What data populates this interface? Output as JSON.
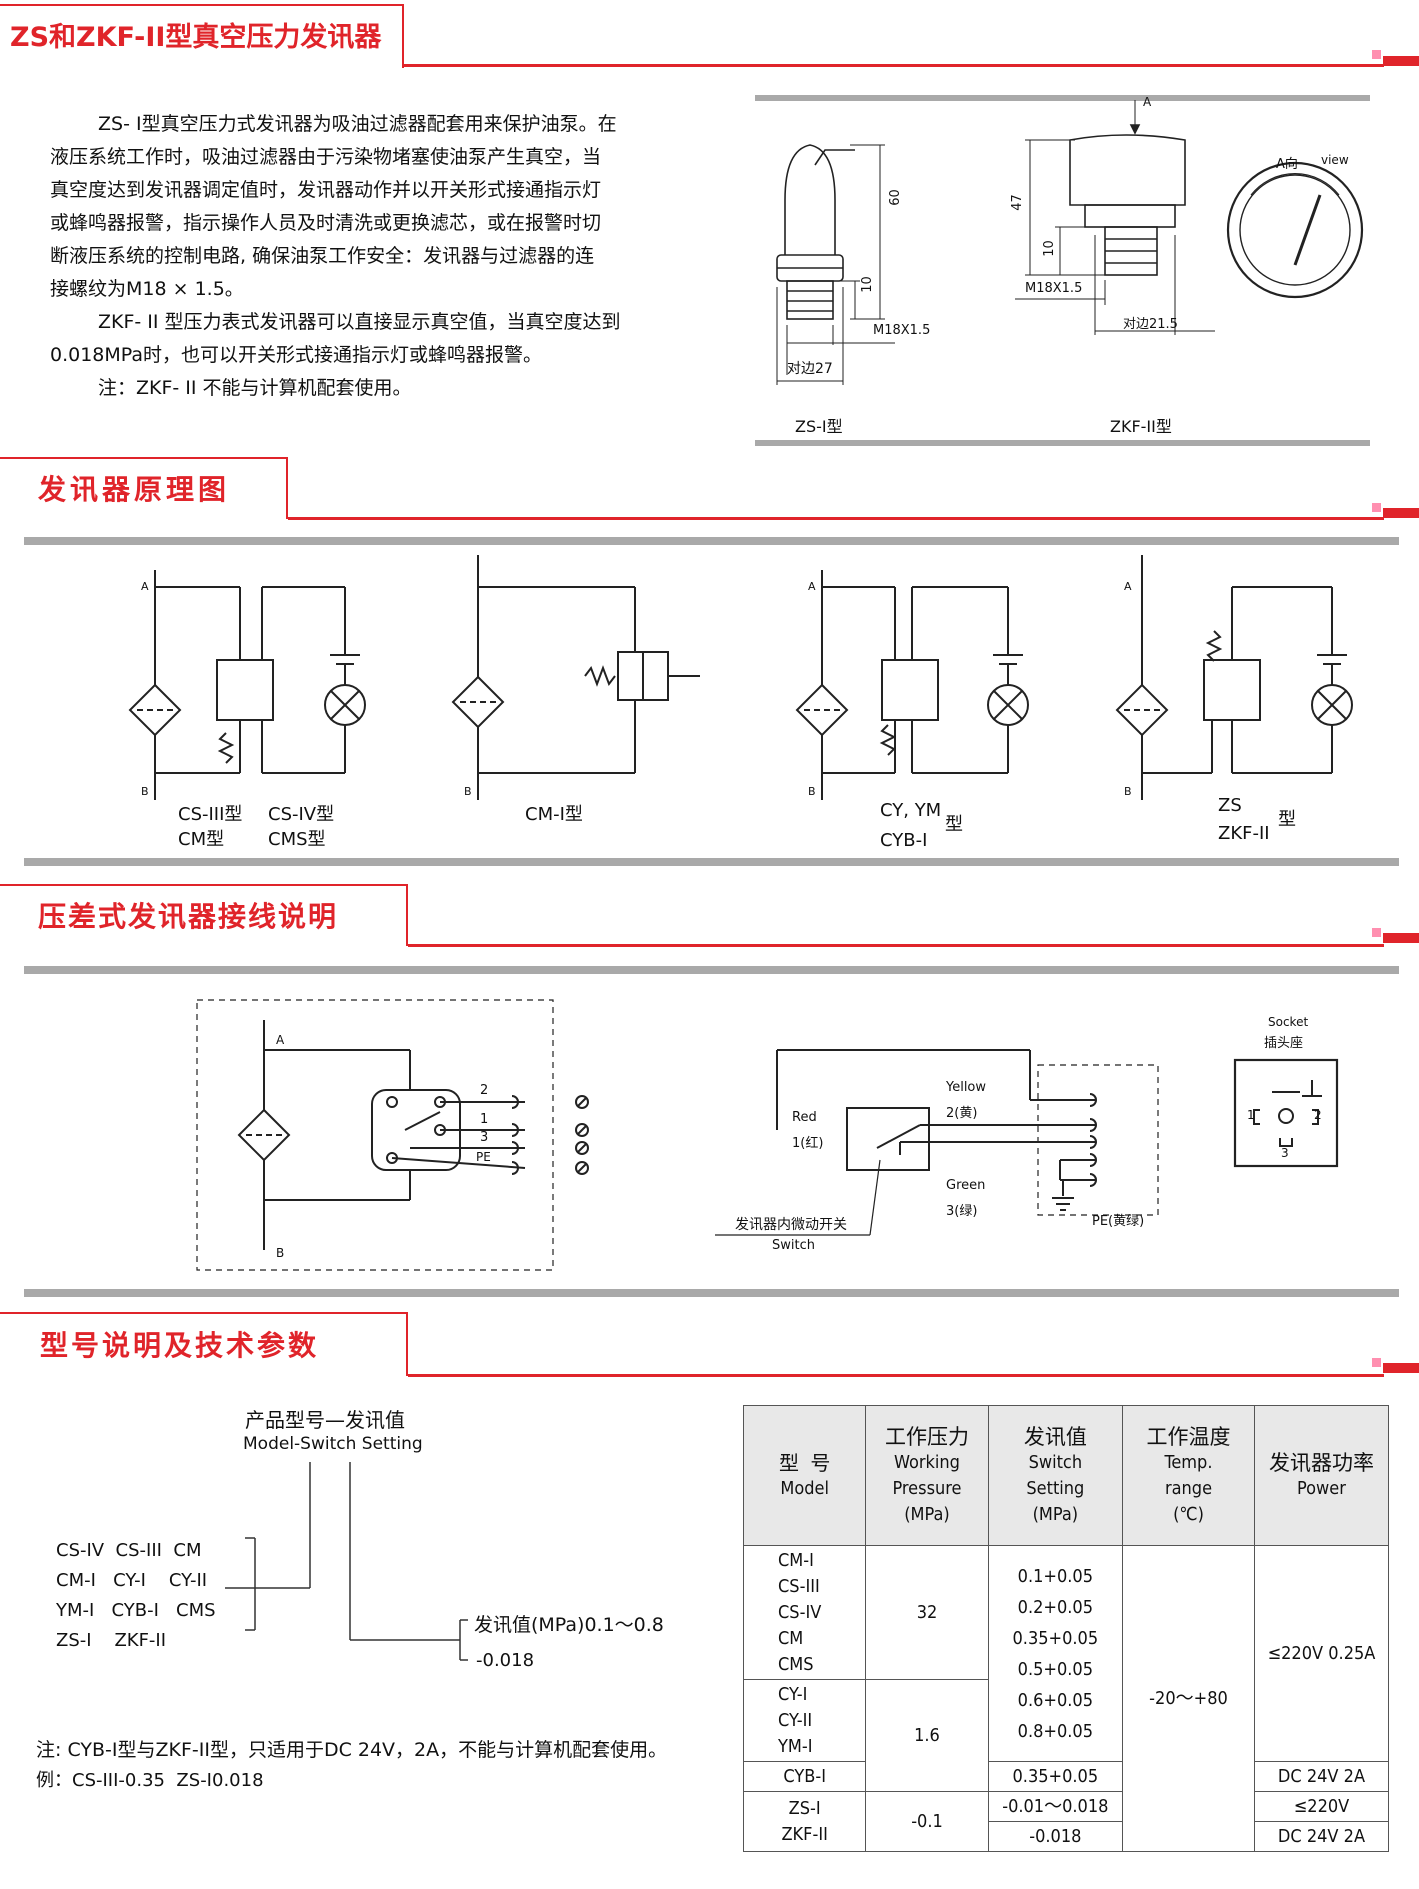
{
  "sections": {
    "s1_title": "ZS和ZKF-II型真空压力发讯器",
    "s2_title": "发讯器原理图",
    "s3_title": "压差式发讯器接线说明",
    "s4_title": "型号说明及技术参数"
  },
  "intro": {
    "p1_l1": "ZS- I型真空压力式发讯器为吸油过滤器配套用来保护油泵。在",
    "p1_l2": "液压系统工作时，吸油过滤器由于污染物堵塞使油泵产生真空，当",
    "p1_l3": "真空度达到发讯器调定值时，发讯器动作并以开关形式接通指示灯",
    "p1_l4": "或蜂鸣器报警，指示操作人员及时清洗或更换滤芯，或在报警时切",
    "p1_l5": "断液压系统的控制电路, 确保油泵工作安全：发讯器与过滤器的连",
    "p1_l6": "接螺纹为M18 × 1.5。",
    "p2_l1": "ZKF- II 型压力表式发讯器可以直接显示真空值，当真空度达到",
    "p2_l2": "0.018MPa时，也可以开关形式接通指示灯或蜂鸣器报警。",
    "p3": "注：ZKF- II 不能与计算机配套使用。"
  },
  "drawing": {
    "dim_60": "60",
    "dim_10a": "10",
    "thread_a": "M18X1.5",
    "flat_a": "对边27",
    "name_a": "ZS-I型",
    "arrow_a": "A",
    "dim_47": "47",
    "dim_10b": "10",
    "thread_b": "M18X1.5",
    "flat_b": "对边21.5",
    "name_b": "ZKF-II型",
    "view_cn": "A向",
    "view_en": "view"
  },
  "schem": {
    "A": "A",
    "B": "B",
    "c1a": "CS-III型",
    "c1b": "CM型",
    "c2a": "CS-IV型",
    "c2b": "CMS型",
    "c3": "CM-I型",
    "c4a": "CY, YM",
    "c4b": "CYB-I",
    "c4c": "型",
    "c5a": "ZS",
    "c5b": "ZKF-II",
    "c5c": "型"
  },
  "wiring": {
    "A": "A",
    "B": "B",
    "t2": "2",
    "t1": "1",
    "t3": "3",
    "pe": "PE",
    "red_en": "Red",
    "red_cn": "1(红)",
    "yellow_en": "Yellow",
    "yellow_cn": "2(黄)",
    "green_en": "Green",
    "green_cn": "3(绿)",
    "pe_cn": "PE(黄绿)",
    "switch_cn": "发讯器内微动开关",
    "switch_en": "Switch",
    "socket_en": "Socket",
    "socket_cn": "插头座",
    "s1": "1",
    "s2": "2",
    "s3": "3"
  },
  "model": {
    "head_cn": "产品型号—发讯值",
    "head_en": "Model-Switch Setting",
    "r1": "CS-IV  CS-III  CM",
    "r2": "CM-I   CY-I    CY-II",
    "r3": "YM-I   CYB-I   CMS",
    "r4": "ZS-I    ZKF-II",
    "val1": "发讯值(MPa)0.1～0.8",
    "val2": "-0.018",
    "note": "注: CYB-I型与ZKF-II型，只适用于DC 24V，2A，不能与计算机配套使用。",
    "example": "例：CS-III-0.35  ZS-I0.018"
  },
  "table": {
    "h1_cn": "型  号",
    "h1_en": "Model",
    "h2_cn": "工作压力",
    "h2_en1": "Working",
    "h2_en2": "Pressure",
    "h2_unit": "(MPa)",
    "h3_cn": "发讯值",
    "h3_en1": "Switch",
    "h3_en2": "Setting",
    "h3_unit": "(MPa)",
    "h4_cn": "工作温度",
    "h4_en1": "Temp.",
    "h4_en2": "range",
    "h4_unit": "(℃)",
    "h5_cn": "发讯器功率",
    "h5_en": "Power",
    "g1_models": [
      "CM-I",
      "CS-III",
      "CS-IV",
      "CM",
      "CMS"
    ],
    "g2_models": [
      "CY-I",
      "CY-II",
      "YM-I"
    ],
    "g3_model": "CYB-I",
    "g4_models": [
      "ZS-I",
      "ZKF-II"
    ],
    "p32": "32",
    "p16": "1.6",
    "pneg": "-0.1",
    "settings": [
      "0.1+0.05",
      "0.2+0.05",
      "0.35+0.05",
      "0.5+0.05",
      "0.6+0.05",
      "0.8+0.05"
    ],
    "set_cyb": "0.35+0.05",
    "set_zs1": "-0.01～0.018",
    "set_zs2": "-0.018",
    "temp": "-20～+80",
    "pow1": "≤220V 0.25A",
    "pow2": "DC 24V 2A",
    "pow3": "≤220V",
    "pow4": "DC 24V 2A"
  },
  "colors": {
    "accent": "#e0242a",
    "grey_bar": "#a9a9a9",
    "pink": "#ff8fb0"
  }
}
